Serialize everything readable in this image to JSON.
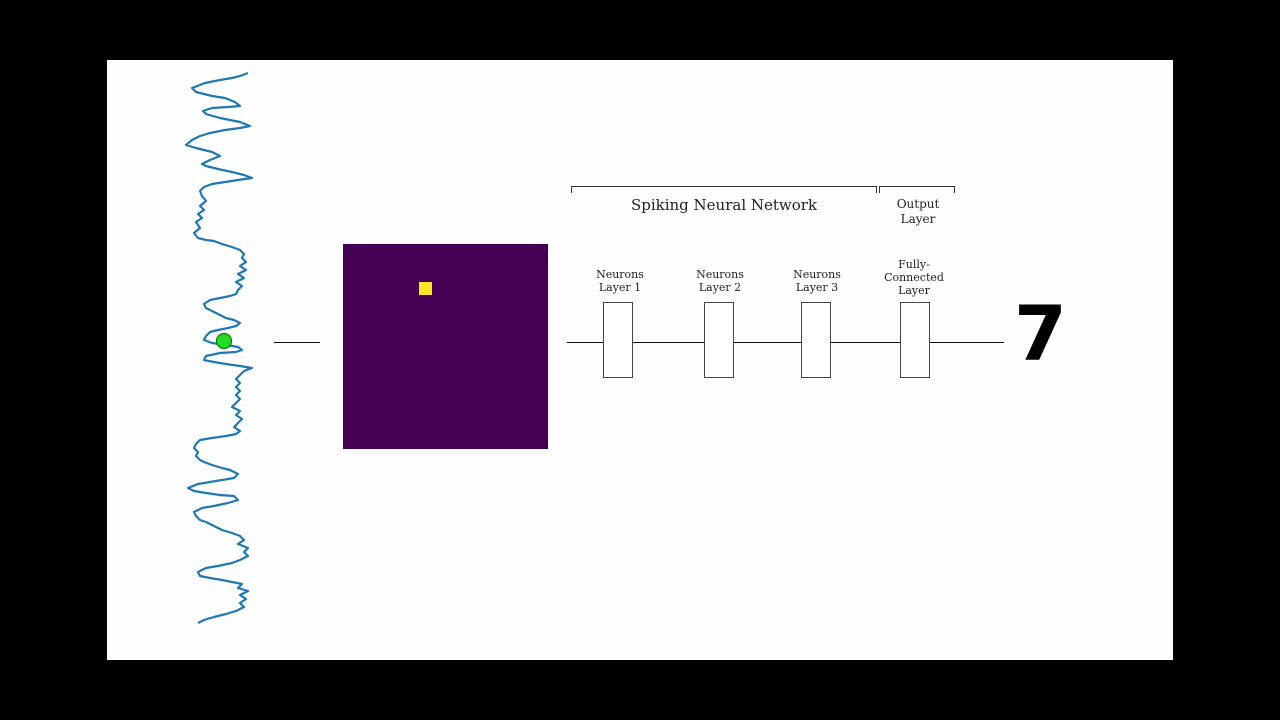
{
  "diagram": {
    "title": "Spiking Neural Network",
    "output_group_title": "Output Layer",
    "layers": [
      {
        "label": "Neurons Layer 1"
      },
      {
        "label": "Neurons Layer 2"
      },
      {
        "label": "Neurons Layer 3"
      },
      {
        "label": "Fully-Connected Layer"
      }
    ],
    "prediction": "7",
    "colors": {
      "signal": "#1f77b4",
      "marker": "#22dd22",
      "matrix_background": "#440154",
      "matrix_active": "#fde725"
    }
  }
}
